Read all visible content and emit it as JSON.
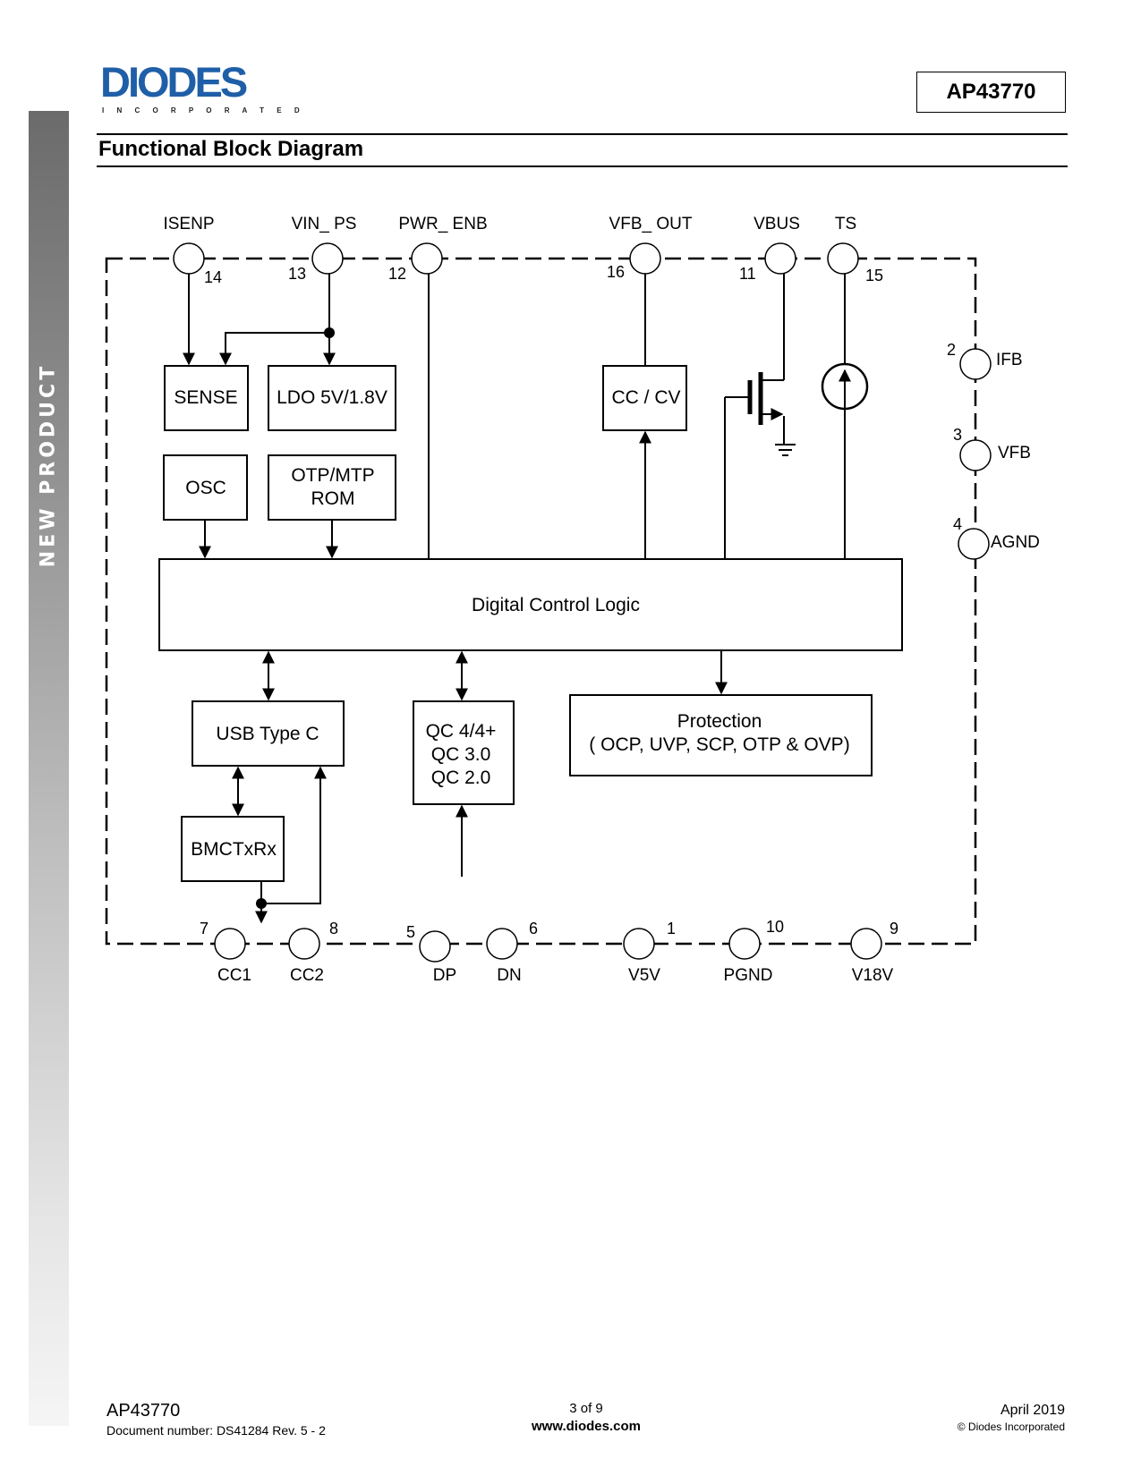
{
  "sidebar": {
    "label": "NEW PRODUCT"
  },
  "header": {
    "logo_text": "DIODES",
    "logo_subtext": "I N C O R P O R A T E D",
    "part_number": "AP43770",
    "section_title": "Functional Block Diagram"
  },
  "diagram": {
    "pins_top": [
      {
        "name": "ISENP",
        "number": "14"
      },
      {
        "name": "VIN_ PS",
        "number": "13"
      },
      {
        "name": "PWR_ ENB",
        "number": "12"
      },
      {
        "name": "VFB_ OUT",
        "number": "16"
      },
      {
        "name": "VBUS",
        "number": "11"
      },
      {
        "name": "TS",
        "number": "15"
      }
    ],
    "pins_right": [
      {
        "name": "IFB",
        "number": "2"
      },
      {
        "name": "VFB",
        "number": "3"
      },
      {
        "name": "AGND",
        "number": "4"
      }
    ],
    "pins_bottom": [
      {
        "name": "CC1",
        "number": "7"
      },
      {
        "name": "CC2",
        "number": "8"
      },
      {
        "name": "DP",
        "number": "5"
      },
      {
        "name": "DN",
        "number": "6"
      },
      {
        "name": "V5V",
        "number": "1"
      },
      {
        "name": "PGND",
        "number": "10"
      },
      {
        "name": "V18V",
        "number": "9"
      }
    ],
    "blocks": {
      "sense": "SENSE",
      "ldo": "LDO 5V/1.8V",
      "cccv": "CC / CV",
      "osc": "OSC",
      "otp_line1": "OTP/MTP",
      "otp_line2": "ROM",
      "dcl": "Digital Control Logic",
      "usb": "USB Type C",
      "qc_line1": "QC 4/4+",
      "qc_line2": "QC 3.0",
      "qc_line3": "QC 2.0",
      "prot_line1": "Protection",
      "prot_line2": "( OCP, UVP, SCP,  OTP & OVP)",
      "bmc": "BMCTxRx"
    }
  },
  "footer": {
    "product": "AP43770",
    "doc_number": "Document number: DS41284 Rev. 5 - 2",
    "page": "3 of 9",
    "website": "www.diodes.com",
    "date": "April 2019",
    "copyright": "© Diodes Incorporated"
  },
  "colors": {
    "brand_blue": "#1f5fa8"
  }
}
